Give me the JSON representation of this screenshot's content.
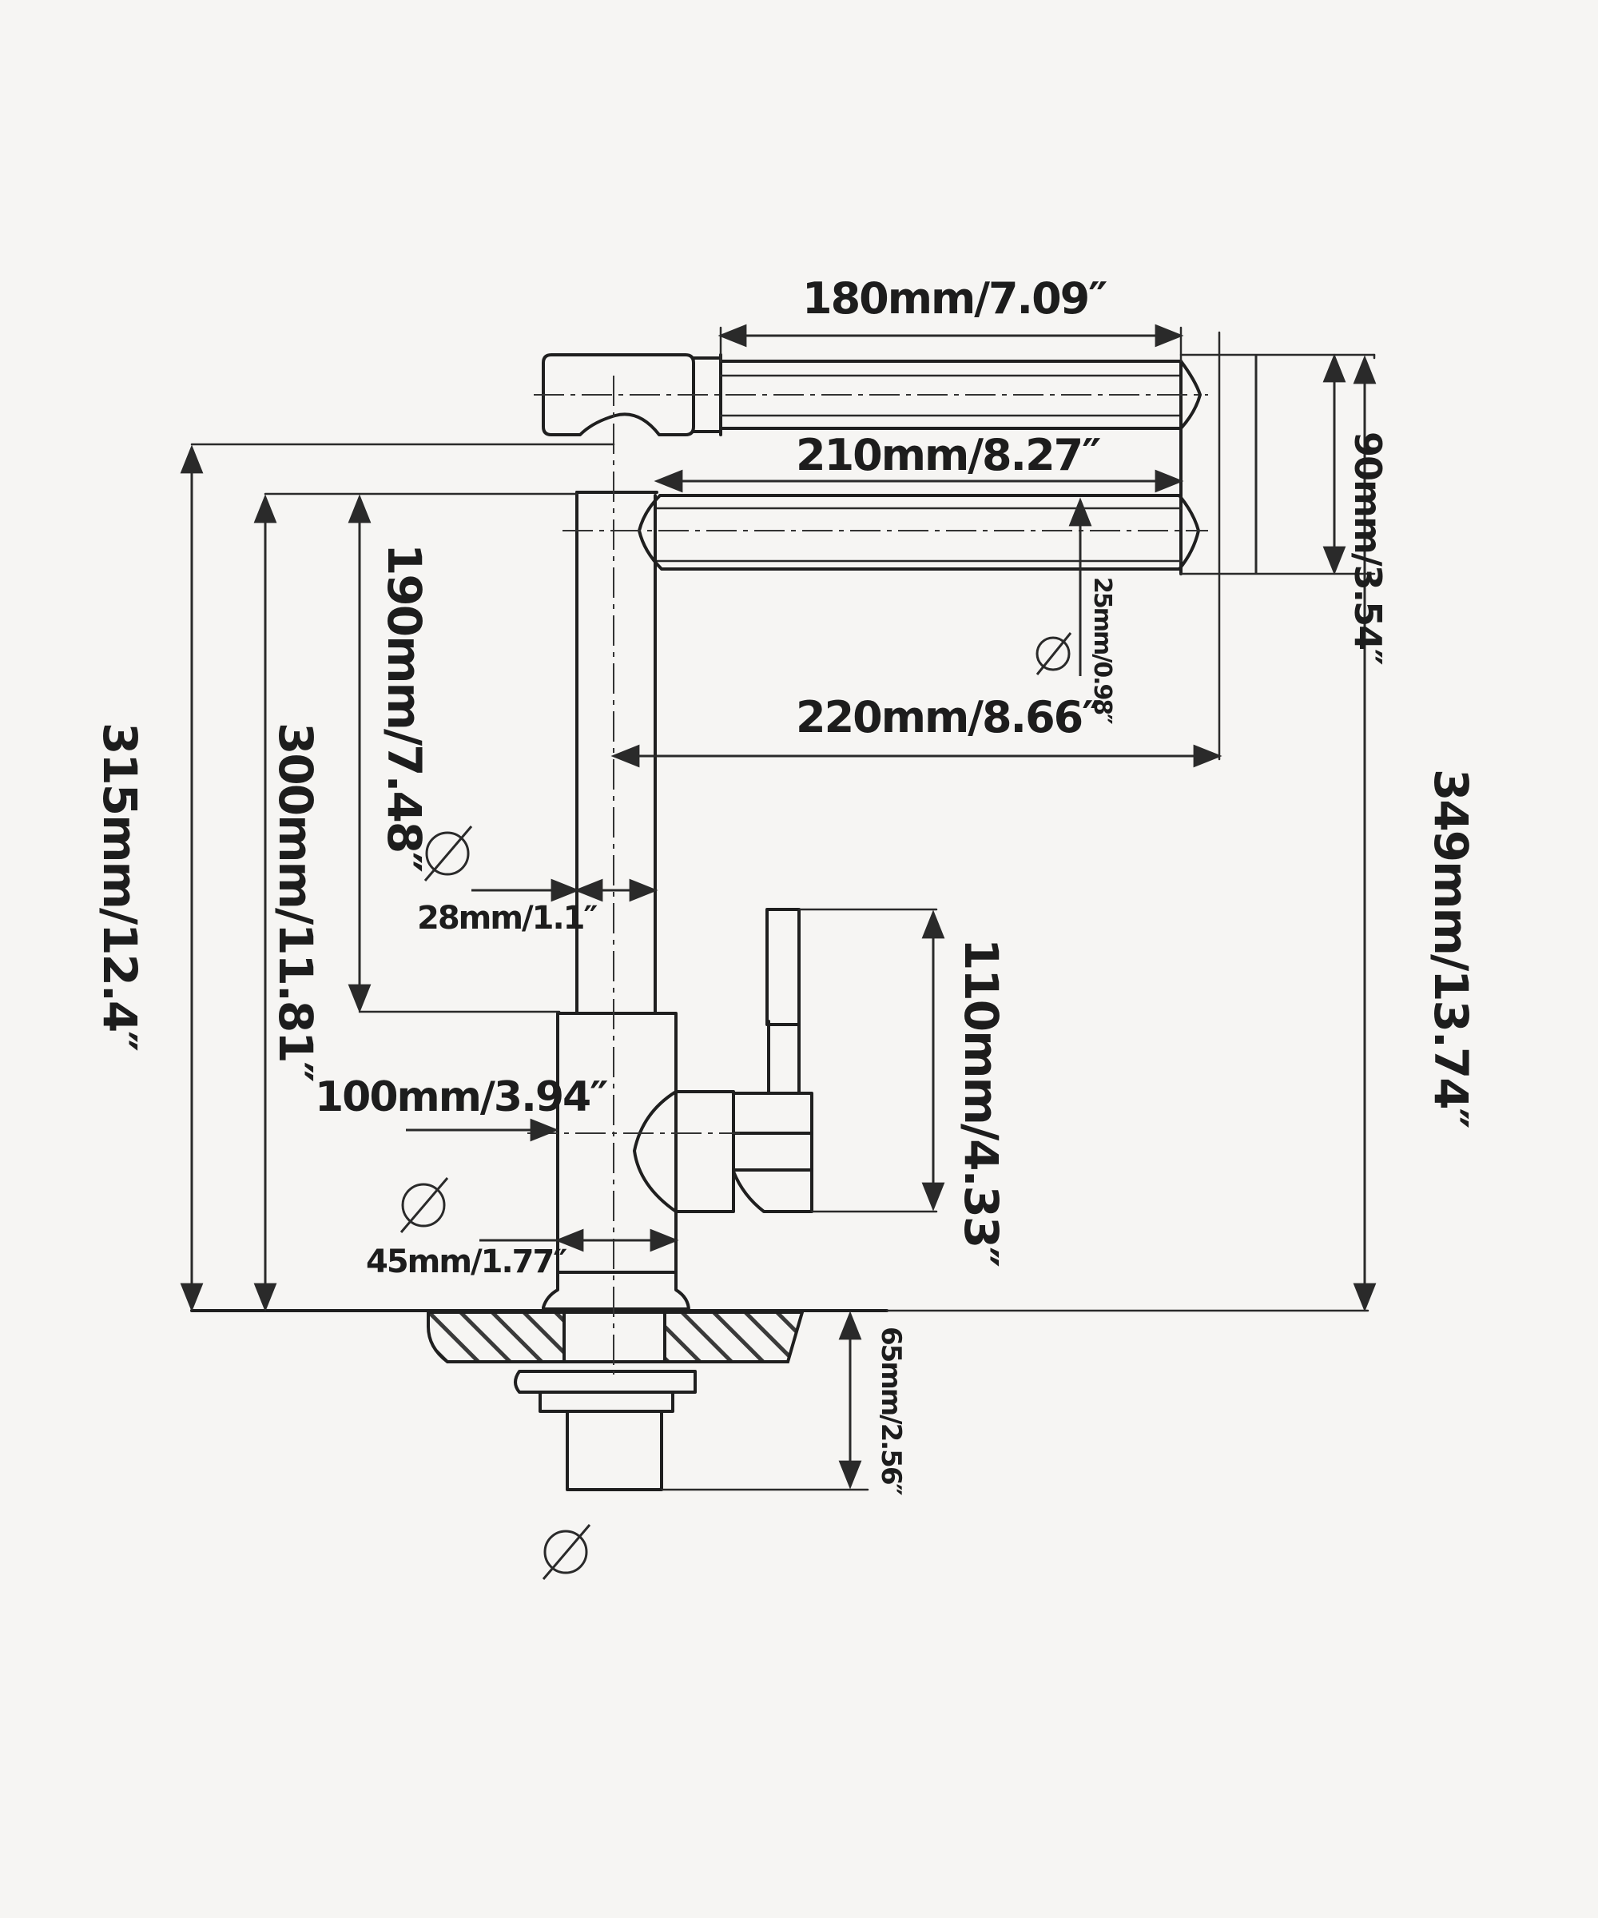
{
  "dimensions": {
    "top_spout_length": "180mm/7.09″",
    "mid_spout_length": "210mm/8.27″",
    "reach": "220mm/8.66″",
    "spout_height": "90mm/3.54″",
    "spout_diameter": "25mm/0.98″",
    "height_315": "315mm/12.4″",
    "height_300": "300mm/11.81″",
    "height_190": "190mm/7.48″",
    "column_diameter": "28mm/1.1″",
    "lever_height": "110mm/4.33″",
    "body_offset": "100mm/3.94″",
    "body_diameter": "45mm/1.77″",
    "total_height": "349mm/13.74″",
    "shank_length": "65mm/2.56″"
  },
  "symbols": {
    "diameter": "⌀"
  }
}
